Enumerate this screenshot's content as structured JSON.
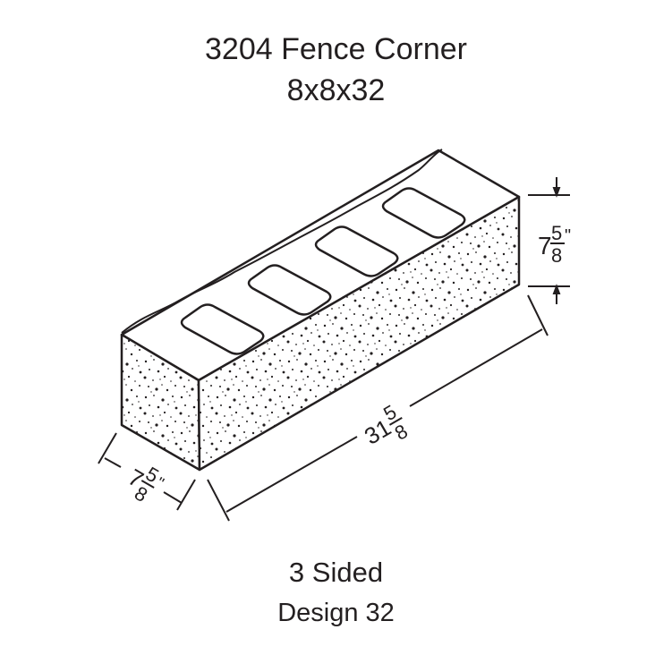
{
  "header": {
    "title": "3204 Fence Corner",
    "size": "8x8x32"
  },
  "dimensions": {
    "height": {
      "whole": "7",
      "numerator": "5",
      "denominator": "8",
      "unit": "\""
    },
    "length": {
      "whole": "31",
      "numerator": "5",
      "denominator": "8",
      "unit": ""
    },
    "width": {
      "whole": "7",
      "numerator": "5",
      "denominator": "8",
      "unit": "\""
    }
  },
  "block": {
    "cores": 4,
    "textured_faces": "split-face speckle",
    "stroke_color": "#231f20",
    "fill_color": "#ffffff"
  },
  "footer": {
    "sides": "3 Sided",
    "design": "Design 32"
  }
}
